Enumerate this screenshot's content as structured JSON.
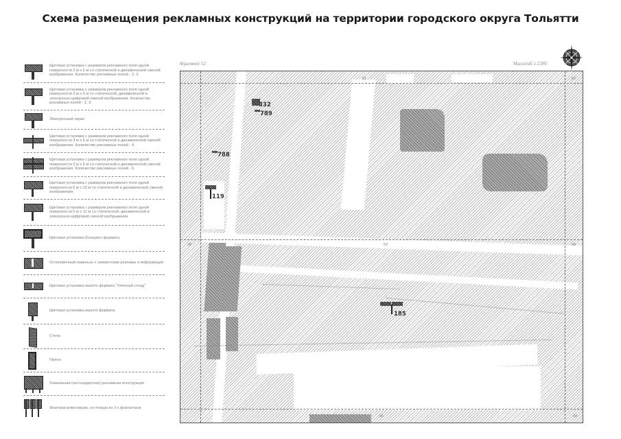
{
  "title": "Схема размещения рекламных конструкций на территории городского округа Тольятти",
  "legend": {
    "items": [
      {
        "icon": "billboard-3x6-icon",
        "label": "Щитовая установка с размером рекламного поля одной поверхности 3 м х 6 м со статической и динамической сменой изображения. Количество рекламных полей - 2, 3."
      },
      {
        "icon": "billboard-3x6-digital-icon",
        "label": "Щитовая установка с размером рекламного поля одной поверхности 3 м х 6 м со статической, динамической и электронно-цифровой сменой изображения. Количество рекламных полей - 2, 3."
      },
      {
        "icon": "electronic-screen-icon",
        "label": "Электронный экран"
      },
      {
        "icon": "billboard-3x6-four-sided-icon",
        "label": "Щитовая установка с размером рекламного поля одной поверхности 3 м х 6 м со статической и динамической сменой изображения. Количество рекламных полей - 4."
      },
      {
        "icon": "billboard-3x6-six-sided-icon",
        "label": "Щитовая установка с размером рекламного поля одной поверхности 3 м х 6 м со статической и динамической сменой изображения. Количество рекламных полей - 6."
      },
      {
        "icon": "billboard-5x12-icon",
        "label": "Щитовая установка с размером рекламного поля одной поверхности 5 м х 12 м со статической и динамической сменой изображения."
      },
      {
        "icon": "billboard-5x12-digital-icon",
        "label": "Щитовая установка с размером рекламного поля одной поверхности 5 м х 12 м со статической, динамической и электронно-цифровой сменой изображения"
      },
      {
        "icon": "large-format-billboard-icon",
        "label": "Щитовая установка большого формата"
      },
      {
        "icon": "bus-stop-pavilion-icon",
        "label": "Остановочный павильон с элементами рекламы и информации"
      },
      {
        "icon": "city-stand-icon",
        "label": "Щитовая установка малого формата \"Уличный стенд\""
      },
      {
        "icon": "small-format-billboard-icon",
        "label": "Щитовая установка малого формата"
      },
      {
        "icon": "stele-icon",
        "label": "Стела"
      },
      {
        "icon": "pylon-icon",
        "label": "Пилон"
      },
      {
        "icon": "unique-construction-icon",
        "label": "Уникальная (нестандартная) рекламная конструкция"
      },
      {
        "icon": "flag-composition-icon",
        "label": "Флаговая композиция, состоящая из 3-х флагштоков"
      }
    ]
  },
  "map": {
    "fragment_label": "Фрагмент 52",
    "scale_label": "Масштаб 1:2200",
    "sheet_numbers": [
      {
        "text": "51",
        "pos": "top-center"
      },
      {
        "text": "67",
        "pos": "top-right"
      },
      {
        "text": "38",
        "pos": "mid-left"
      },
      {
        "text": "52",
        "pos": "mid-center"
      },
      {
        "text": "68",
        "pos": "mid-right"
      },
      {
        "text": "65",
        "pos": "bottom-center"
      },
      {
        "text": "69",
        "pos": "bottom-right"
      }
    ],
    "markers": [
      {
        "id": "332",
        "label": "332"
      },
      {
        "id": "789",
        "label": "789"
      },
      {
        "id": "788",
        "label": "788"
      },
      {
        "id": "119",
        "label": "119"
      },
      {
        "id": "185",
        "label": "185"
      }
    ]
  },
  "colors": {
    "hatch": "#b8b8b8",
    "building": "#8c8c8c",
    "marker": "#333333"
  }
}
